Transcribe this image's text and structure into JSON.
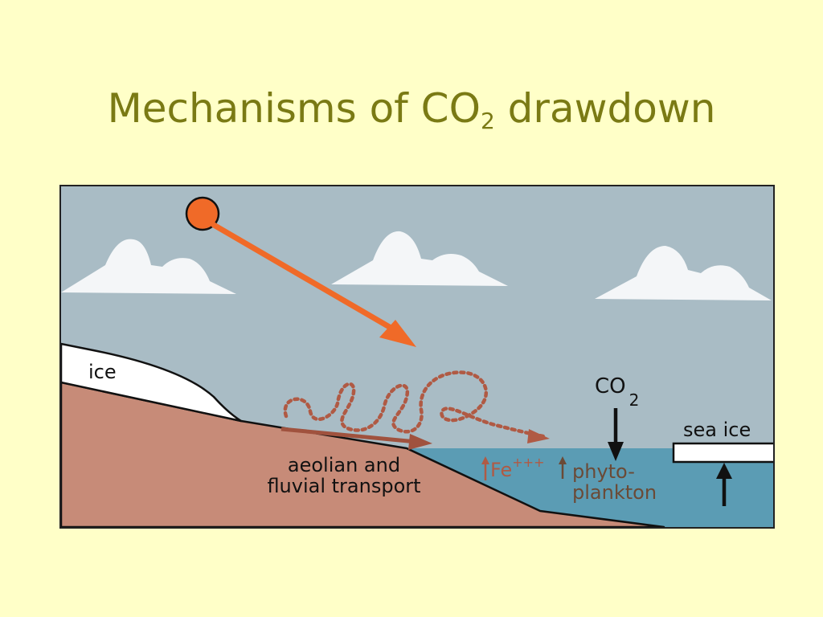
{
  "title": {
    "prefix": "Mechanisms of CO",
    "subscript": "2",
    "suffix": " drawdown"
  },
  "labels": {
    "ice": "ice",
    "co2_main": "CO",
    "co2_sub": "2",
    "sea_ice": "sea ice",
    "transport_line1": "aeolian and",
    "transport_line2": "fluvial transport",
    "fe_main": "Fe",
    "fe_sup": "+++",
    "phyto_line1": "phyto-",
    "phyto_line2": "plankton"
  },
  "colors": {
    "background": "#ffffc8",
    "title": "#7a7a14",
    "sky": "#a9bcc5",
    "sea": "#5b9cb4",
    "land": "#c78b78",
    "sun": "#f06a28",
    "dust": "#b05a44"
  }
}
